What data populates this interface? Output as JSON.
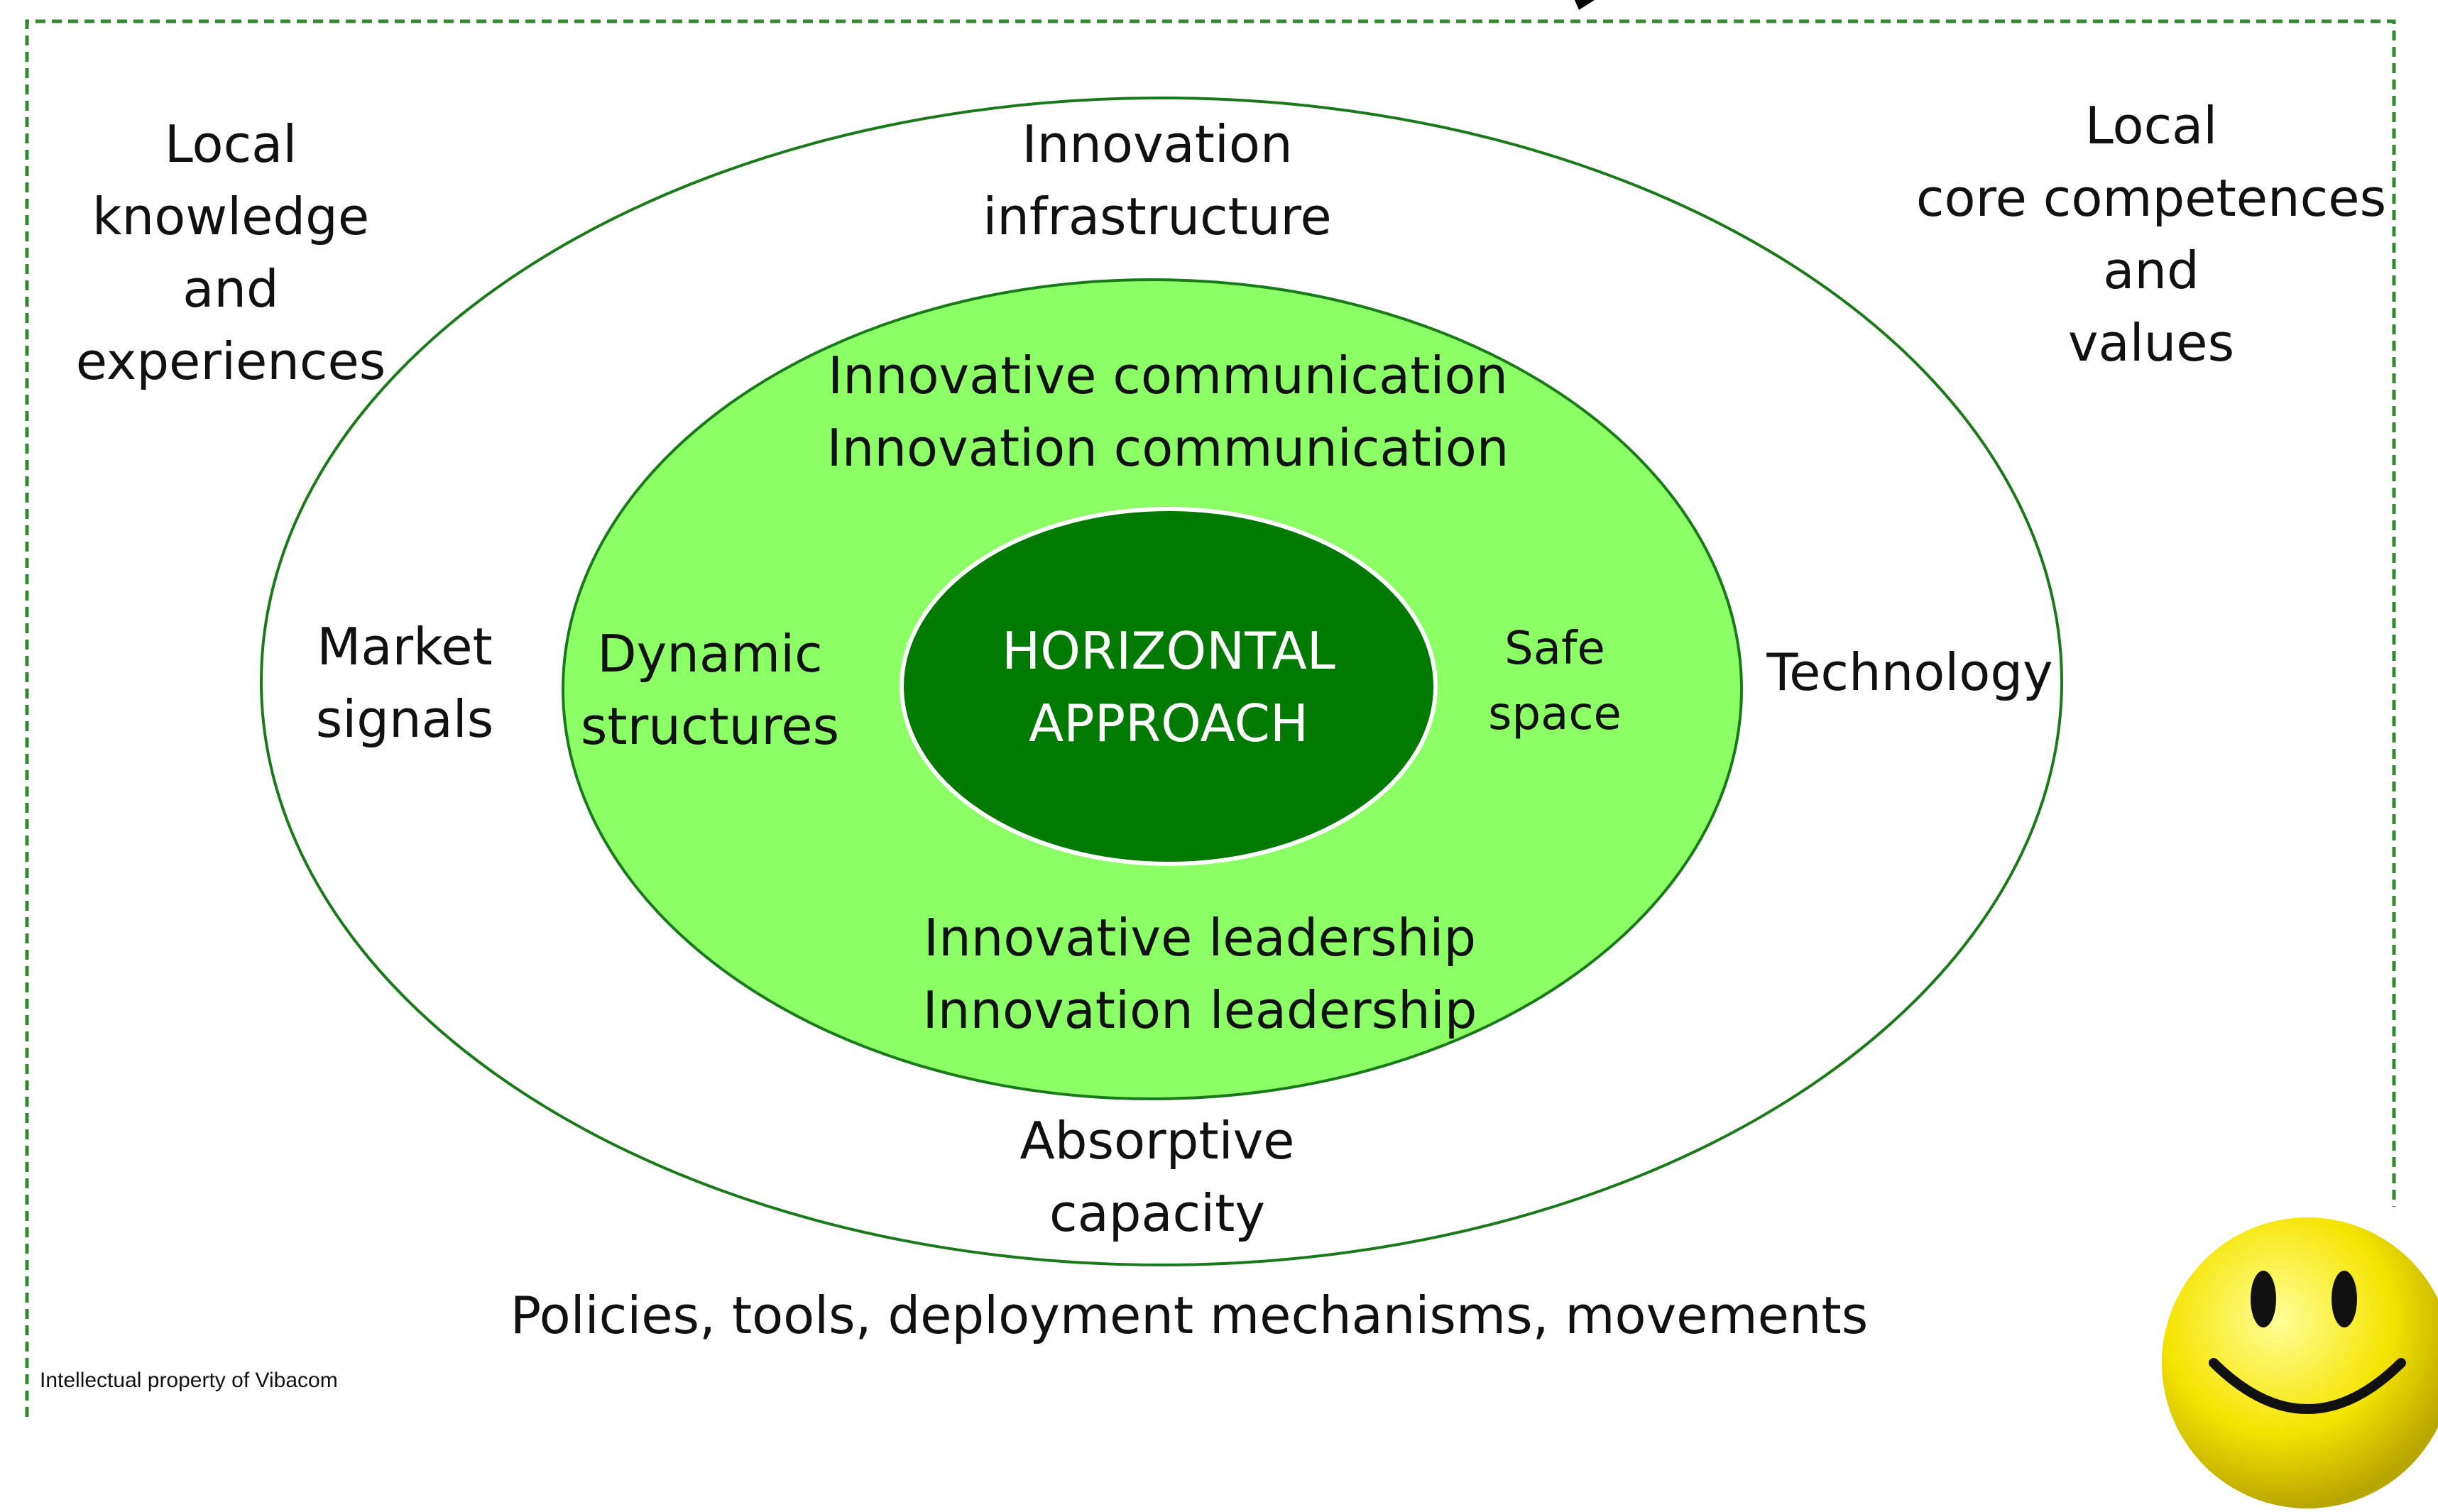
{
  "colors": {
    "frame": "#2e8b2e",
    "outer_stroke": "#1a7a1a",
    "middle_fill": "#8cff66",
    "inner_fill": "#007a00",
    "smiley": "#f5e400"
  },
  "corners": {
    "top_left": [
      "Local",
      "knowledge",
      "and",
      "experiences"
    ],
    "top_right": [
      "Local",
      "core competences",
      "and",
      "values"
    ]
  },
  "outer_ring": {
    "top": [
      "Innovation",
      "infrastructure"
    ],
    "left": [
      "Market",
      "signals"
    ],
    "right": [
      "Technology"
    ],
    "bottom": [
      "Absorptive",
      "capacity"
    ]
  },
  "middle_ring": {
    "top": [
      "Innovative communication",
      "Innovation communication"
    ],
    "left": [
      "Dynamic",
      "structures"
    ],
    "right": [
      "Safe",
      "space"
    ],
    "bottom": [
      "Innovative leadership",
      "Innovation leadership"
    ]
  },
  "core": [
    "HORIZONTAL",
    "APPROACH"
  ],
  "footer": "Policies, tools, deployment mechanisms, movements",
  "credit": "Intellectual property of Vibacom",
  "smiley_icon": "smiley-face-icon"
}
